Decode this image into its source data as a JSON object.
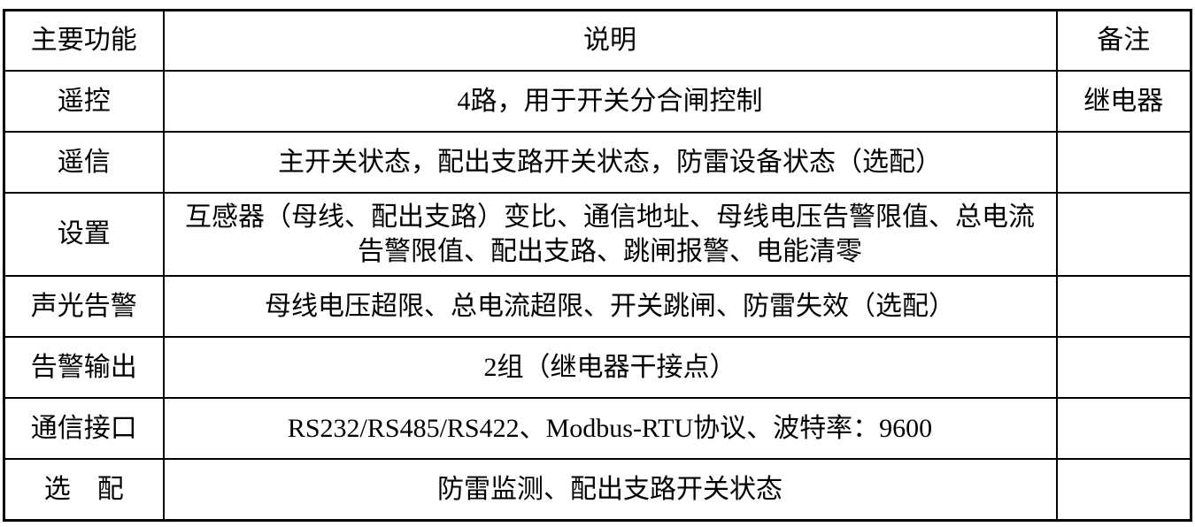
{
  "table": {
    "headers": [
      "主要功能",
      "说明",
      "备注"
    ],
    "rows": [
      {
        "function": "遥控",
        "description": "4路，用于开关分合闸控制",
        "remark": "继电器"
      },
      {
        "function": "遥信",
        "description": "主开关状态，配出支路开关状态，防雷设备状态（选配）",
        "remark": ""
      },
      {
        "function": "设置",
        "description": "互感器（母线、配出支路）变比、通信地址、母线电压告警限值、总电流告警限值、配出支路、跳闸报警、电能清零",
        "remark": ""
      },
      {
        "function": "声光告警",
        "description": "母线电压超限、总电流超限、开关跳闸、防雷失效（选配）",
        "remark": ""
      },
      {
        "function": "告警输出",
        "description": "2组（继电器干接点）",
        "remark": ""
      },
      {
        "function": "通信接口",
        "description": "RS232/RS485/RS422、Modbus-RTU协议、波特率：9600",
        "remark": ""
      },
      {
        "function": "选　配",
        "description": "防雷监测、配出支路开关状态",
        "remark": ""
      }
    ]
  }
}
